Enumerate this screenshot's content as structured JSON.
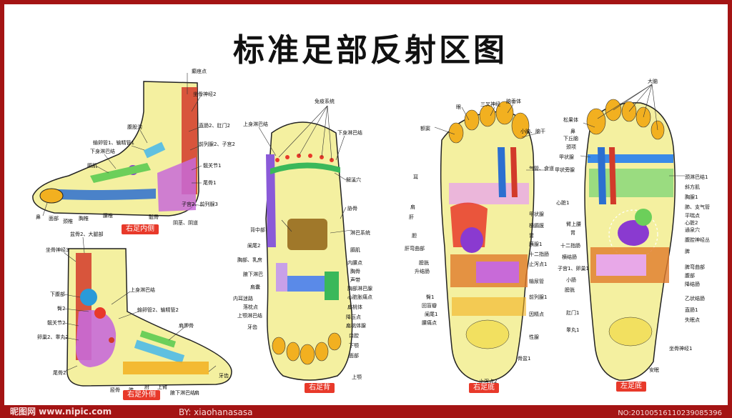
{
  "title": "标准足部反射区图",
  "captions": {
    "inner": "右足内侧",
    "outer": "右足外侧",
    "top": "右足背",
    "sole_right": "右足底",
    "sole_left": "左足底"
  },
  "labels": {
    "inner": [
      "癫痉点",
      "坐骨神经2",
      "腹股沟",
      "直肠2、肛门2",
      "输卵管1、输精管1",
      "下身淋巴结",
      "前列腺2、子宫2",
      "膈肌",
      "髋关节1",
      "尾骨1",
      "子宫2、前列腺3",
      "鼻",
      "面部",
      "颈椎",
      "胸椎",
      "腰椎",
      "骶骨",
      "阴茎、阴道"
    ],
    "outer": [
      "盆骨2、大腿部",
      "坐骨神经3",
      "上身淋巴结",
      "下腹部",
      "臀2",
      "输卵管2、输精管2",
      "髋关节2",
      "卵巢2、睾丸2",
      "尾骨2",
      "肩胛骨",
      "胫骨",
      "膝",
      "肘",
      "上臂",
      "腋下淋巴结",
      "肩",
      "牙齿"
    ],
    "top": [
      "免疫系统",
      "上身淋巴结",
      "下身淋巴结",
      "解溪穴",
      "胁骨",
      "背中部",
      "淋巴系统",
      "阑尾2",
      "膈肌",
      "胸部、乳房",
      "内腰点",
      "腋下淋巴",
      "胸骨",
      "肩囊",
      "声带",
      "内耳迷路",
      "胸部淋巴腺",
      "落枕点",
      "心脏胀痛点",
      "扁桃体",
      "降压点",
      "上颚淋巴结",
      "扁桃体腺",
      "牙齿",
      "口腔",
      "下颚",
      "面部",
      "上颚"
    ],
    "sole_right": [
      "眼",
      "三叉神经",
      "脑垂体",
      "额窦",
      "小脑、脑干",
      "气管、食道",
      "耳",
      "肩",
      "甲状腺",
      "肝",
      "横膈膜",
      "胃",
      "胆",
      "胰腺1",
      "肝弯曲部",
      "十二指肠",
      "止泻点1",
      "膀胱",
      "升结肠",
      "输尿管",
      "臀1",
      "回盲瓣",
      "前列腺1",
      "阑尾1",
      "因精点",
      "腰痛点",
      "性腺",
      "骨盆1",
      "止泻点2"
    ],
    "sole_left": [
      "大脑",
      "松果体",
      "鼻",
      "下丘脑",
      "颈项",
      "甲状腺",
      "甲状旁腺",
      "颈淋巴结1",
      "斜方肌",
      "胸腺1",
      "肺、支气管",
      "心脏1",
      "平喘点",
      "心脏2",
      "臂上腰",
      "通泉穴",
      "胃",
      "腹腔神经丛",
      "十二指肠",
      "脾",
      "横结肠",
      "脾弯曲部",
      "子宫1、卵巢1",
      "腹部",
      "小肠",
      "降结肠",
      "膀胱",
      "乙状结肠",
      "肛门1",
      "直肠1",
      "睾丸1",
      "失眠点",
      "坐骨神经1",
      "安眠"
    ]
  },
  "watermark": {
    "left": "昵图网 www.nipic.com",
    "middle": "BY: xiaohanasasa",
    "right": "NO:20100516110239085396"
  },
  "colors": {
    "frame": "#a41414",
    "caption": "#e8392a"
  }
}
